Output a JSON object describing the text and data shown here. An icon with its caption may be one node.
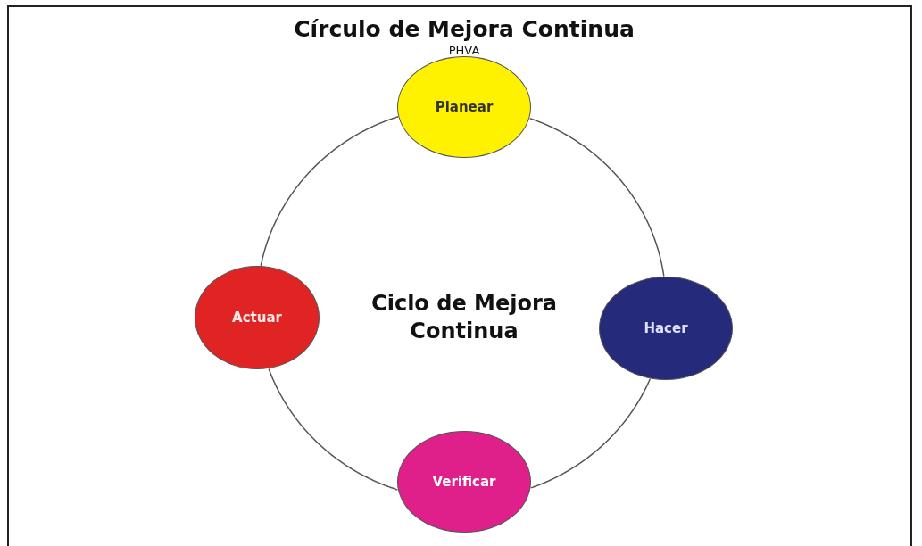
{
  "diagram": {
    "title": "Círculo de Mejora Continua",
    "nodes": [
      {
        "text": [
          "Planear"
        ]
      },
      {
        "text": [
          "Hacer"
        ]
      },
      {
        "text": [
          "Verificar"
        ]
      },
      {
        "text": [
          "Actuar"
        ]
      }
    ],
    "edges": [
      {
        "from": 0,
        "to": 1,
        "arrow": "none"
      },
      {
        "from": 1,
        "to": 2,
        "arrow": "none"
      },
      {
        "from": 2,
        "to": 3,
        "arrow": "none"
      },
      {
        "from": 3,
        "to": 0,
        "arrow": "none"
      }
    ],
    "labels": [
      "PHVA",
      "Ciclo de Mejora Continua"
    ]
  }
}
